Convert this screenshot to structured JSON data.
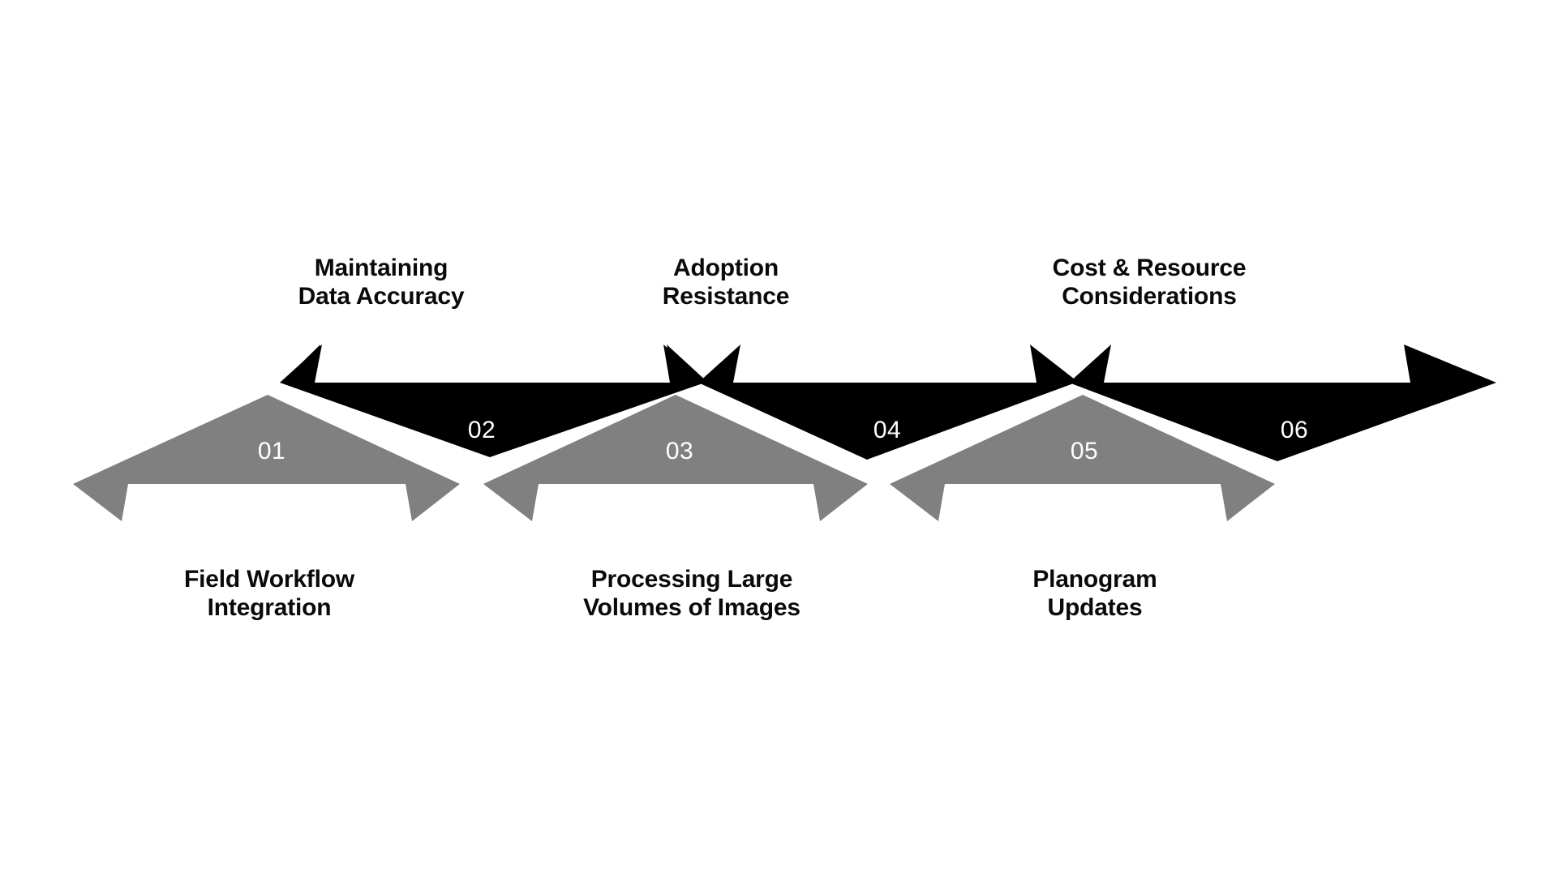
{
  "diagram": {
    "type": "chevron-process-diagram",
    "orientation": "horizontal-alternating",
    "background_color": "#ffffff",
    "colors": {
      "gray_arrow": "#808080",
      "black_arrow": "#000000",
      "number_text": "#ffffff",
      "caption_text": "#0a0a0a"
    },
    "steps": [
      {
        "number": "01",
        "caption": "Field Workflow\nIntegration",
        "color": "#808080",
        "row": "bottom"
      },
      {
        "number": "02",
        "caption": "Maintaining\nData Accuracy",
        "color": "#000000",
        "row": "top"
      },
      {
        "number": "03",
        "caption": "Processing Large\nVolumes of Images",
        "color": "#808080",
        "row": "bottom"
      },
      {
        "number": "04",
        "caption": "Adoption\nResistance",
        "color": "#000000",
        "row": "top"
      },
      {
        "number": "05",
        "caption": "Planogram\nUpdates",
        "color": "#808080",
        "row": "bottom"
      },
      {
        "number": "06",
        "caption": "Cost & Resource\nConsiderations",
        "color": "#000000",
        "row": "top"
      }
    ]
  }
}
